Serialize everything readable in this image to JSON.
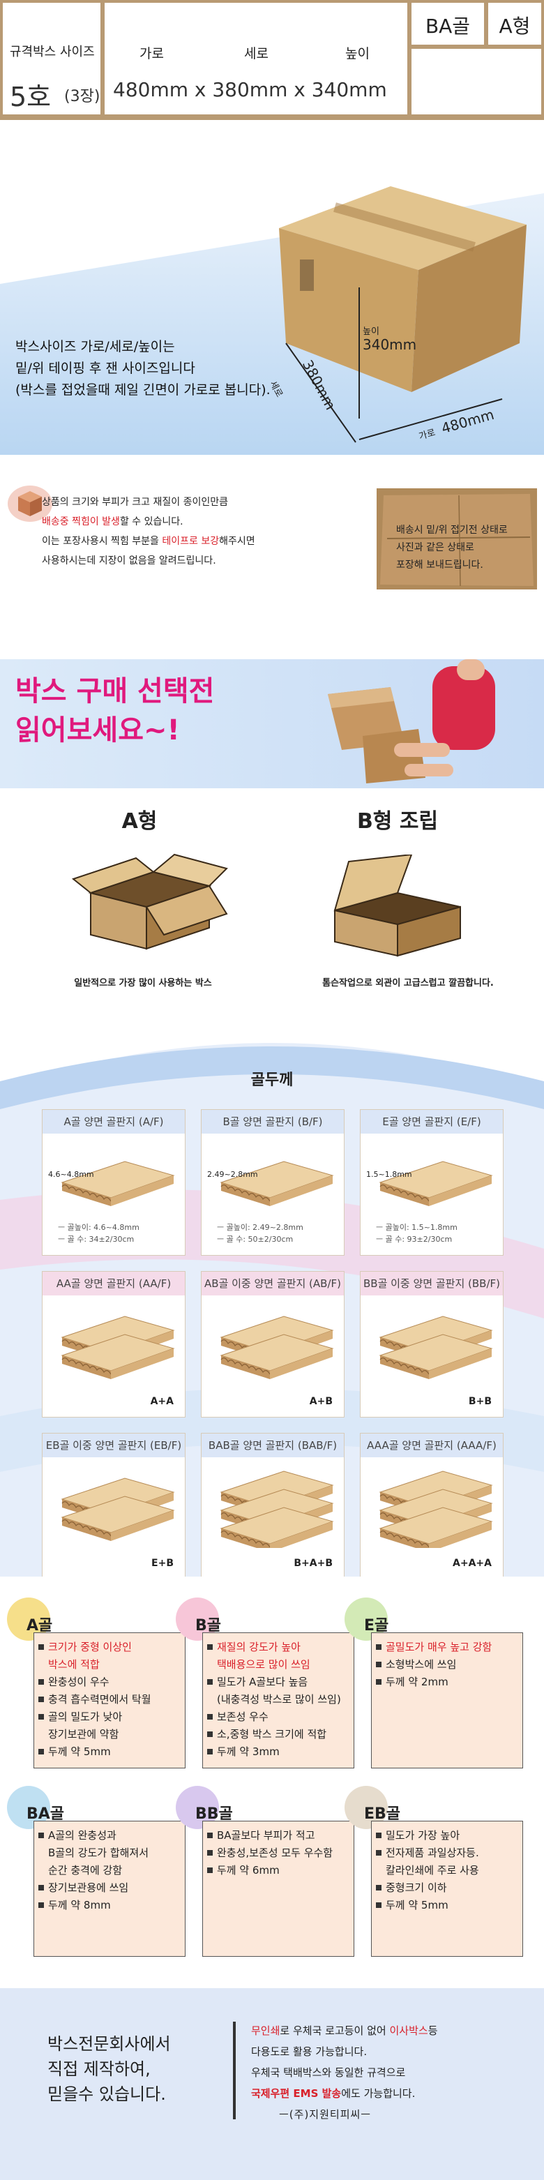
{
  "header": {
    "label": "규격박스 사이즈",
    "size_no": "5호",
    "size_qty": "(3장)",
    "dim_labels": [
      "가로",
      "세로",
      "높이"
    ],
    "dims": "480mm x 380mm x 340mm",
    "flute": "BA골",
    "type": "A형"
  },
  "size_section": {
    "desc_lines": [
      "박스사이즈 가로/세로/높이는",
      "밑/위 테이핑 후 잰 사이즈입니다",
      "(박스를 접었을때 제일 긴면이 가로로 봅니다)."
    ],
    "height_label": "높이",
    "height_value": "340mm",
    "depth_label": "세로",
    "depth_value": "380mm",
    "width_label": "가로",
    "width_value": "480mm"
  },
  "notice": {
    "line1": "상품의 크기와 부피가 크고 재질이 종이인만큼",
    "line2_red": "배송중 찍힘이 발생",
    "line2_rest": "할 수 있습니다.",
    "line3_a": "이는 포장사용시 찍힘 부분을 ",
    "line3_red": "테이프로 보강",
    "line3_b": "해주시면",
    "line4": "사용하시는데 지장이 없음을 알려드립니다.",
    "photo_lines": [
      "배송시 밑/위 접기전 상태로",
      "사진과 같은 상태로",
      "포장해 보내드립니다."
    ]
  },
  "purchase": {
    "banner_lines": [
      "박스 구매 선택전",
      "읽어보세요~!"
    ],
    "type_a_title": "A형",
    "type_a_caption": "일반적으로 가장 많이 사용하는 박스",
    "type_b_title": "B형 조립",
    "type_b_caption": "톰슨작업으로 외관이 고급스럽고 깔끔합니다."
  },
  "thickness": {
    "title": "골두께",
    "cards": [
      {
        "title": "A골 양면 골판지 (A/F)",
        "thick": "4.6~4.8mm",
        "spec1": "ㅡ 골높이:  4.6~4.8mm",
        "spec2": "ㅡ 골  수:  34±2/30cm",
        "layers": 1
      },
      {
        "title": "B골 양면 골판지 (B/F)",
        "thick": "2.49~2.8mm",
        "spec1": "ㅡ 골높이:  2.49~2.8mm",
        "spec2": "ㅡ 골  수:  50±2/30cm",
        "layers": 1
      },
      {
        "title": "E골 양면 골판지 (E/F)",
        "thick": "1.5~1.8mm",
        "spec1": "ㅡ 골높이:  1.5~1.8mm",
        "spec2": "ㅡ 골  수:  93±2/30cm",
        "layers": 1
      },
      {
        "title": "AA골 양면 골판지 (AA/F)",
        "label": "A+A",
        "layers": 2
      },
      {
        "title": "AB골 이중 양면 골판지 (AB/F)",
        "label": "A+B",
        "layers": 2
      },
      {
        "title": "BB골 이중 양면 골판지 (BB/F)",
        "label": "B+B",
        "layers": 2
      },
      {
        "title": "EB골 이중 양면 골판지 (EB/F)",
        "label": "E+B",
        "layers": 2
      },
      {
        "title": "BAB골 양면 골판지 (BAB/F)",
        "label": "B+A+B",
        "layers": 3
      },
      {
        "title": "AAA골 양면 골판지 (AAA/F)",
        "label": "A+A+A",
        "layers": 3
      }
    ]
  },
  "flutes": [
    {
      "name": "A골",
      "circle": "#f6df8a",
      "items": [
        {
          "t": "크기가 중형 이상인",
          "red": true
        },
        {
          "t": "박스에 적합",
          "red": true,
          "cont": true
        },
        {
          "t": "완충성이 우수"
        },
        {
          "t": "충격 흡수력면에서 탁월"
        },
        {
          "t": "골의 밀도가 낮아"
        },
        {
          "t": "장기보관에 약함",
          "cont": true
        },
        {
          "t": "두께 약 5mm"
        }
      ]
    },
    {
      "name": "B골",
      "circle": "#f7c6d8",
      "items": [
        {
          "t": "재질의 강도가 높아",
          "red": true
        },
        {
          "t": "택배용으로 많이 쓰임",
          "red": true,
          "cont": true
        },
        {
          "t": "밀도가 A골보다 높음"
        },
        {
          "t": "(내충격성 박스로 많이 쓰임)",
          "cont": true
        },
        {
          "t": "보존성 우수"
        },
        {
          "t": "소,중형 박스 크기에 적합"
        },
        {
          "t": "두께 약 3mm"
        }
      ]
    },
    {
      "name": "E골",
      "circle": "#d3eab6",
      "items": [
        {
          "t": "골밀도가 매우 높고 강함",
          "red": true
        },
        {
          "t": "소형박스에 쓰임"
        },
        {
          "t": "두께 약 2mm"
        }
      ]
    },
    {
      "name": "BA골",
      "circle": "#bfe0f2",
      "items": [
        {
          "t": "A골의 완충성과"
        },
        {
          "t": "B골의 강도가 합해져서",
          "cont": true
        },
        {
          "t": "순간 충격에 강함",
          "cont": true
        },
        {
          "t": "장기보관용에 쓰임"
        },
        {
          "t": "두께 약 8mm"
        }
      ]
    },
    {
      "name": "BB골",
      "circle": "#d8c8ee",
      "items": [
        {
          "t": "BA골보다 부피가 적고"
        },
        {
          "t": "완충성,보존성 모두 우수함"
        },
        {
          "t": "두께 약 6mm"
        }
      ]
    },
    {
      "name": "EB골",
      "circle": "#e6dccd",
      "items": [
        {
          "t": "밀도가 가장 높아"
        },
        {
          "t": "전자제품 과일상자등."
        },
        {
          "t": "칼라인쇄에 주로 사용",
          "cont": true
        },
        {
          "t": "중형크기 이하"
        },
        {
          "t": "두께 약 5mm"
        }
      ]
    }
  ],
  "footer": {
    "left_lines": [
      "박스전문회사에서",
      "직접 제작하여,",
      "믿을수 있습니다."
    ],
    "r1_red": "무인쇄",
    "r1_mid": "로 우체국 로고등이 없어 ",
    "r1_red2": "이사박스",
    "r1_end": "등",
    "r2": "다용도로 활용 가능합니다.",
    "r3": "우체국 택배박스와 동일한 규격으로",
    "r4_red": "국제우편 EMS 발송",
    "r4_end": "에도 가능합니다.",
    "company": "ㅡ(주)지원티피씨ㅡ"
  },
  "colors": {
    "accent_red": "#d9202a",
    "header_bg": "#b89a73",
    "banner_pink": "#e0197d",
    "kraft": "#c9a470"
  }
}
